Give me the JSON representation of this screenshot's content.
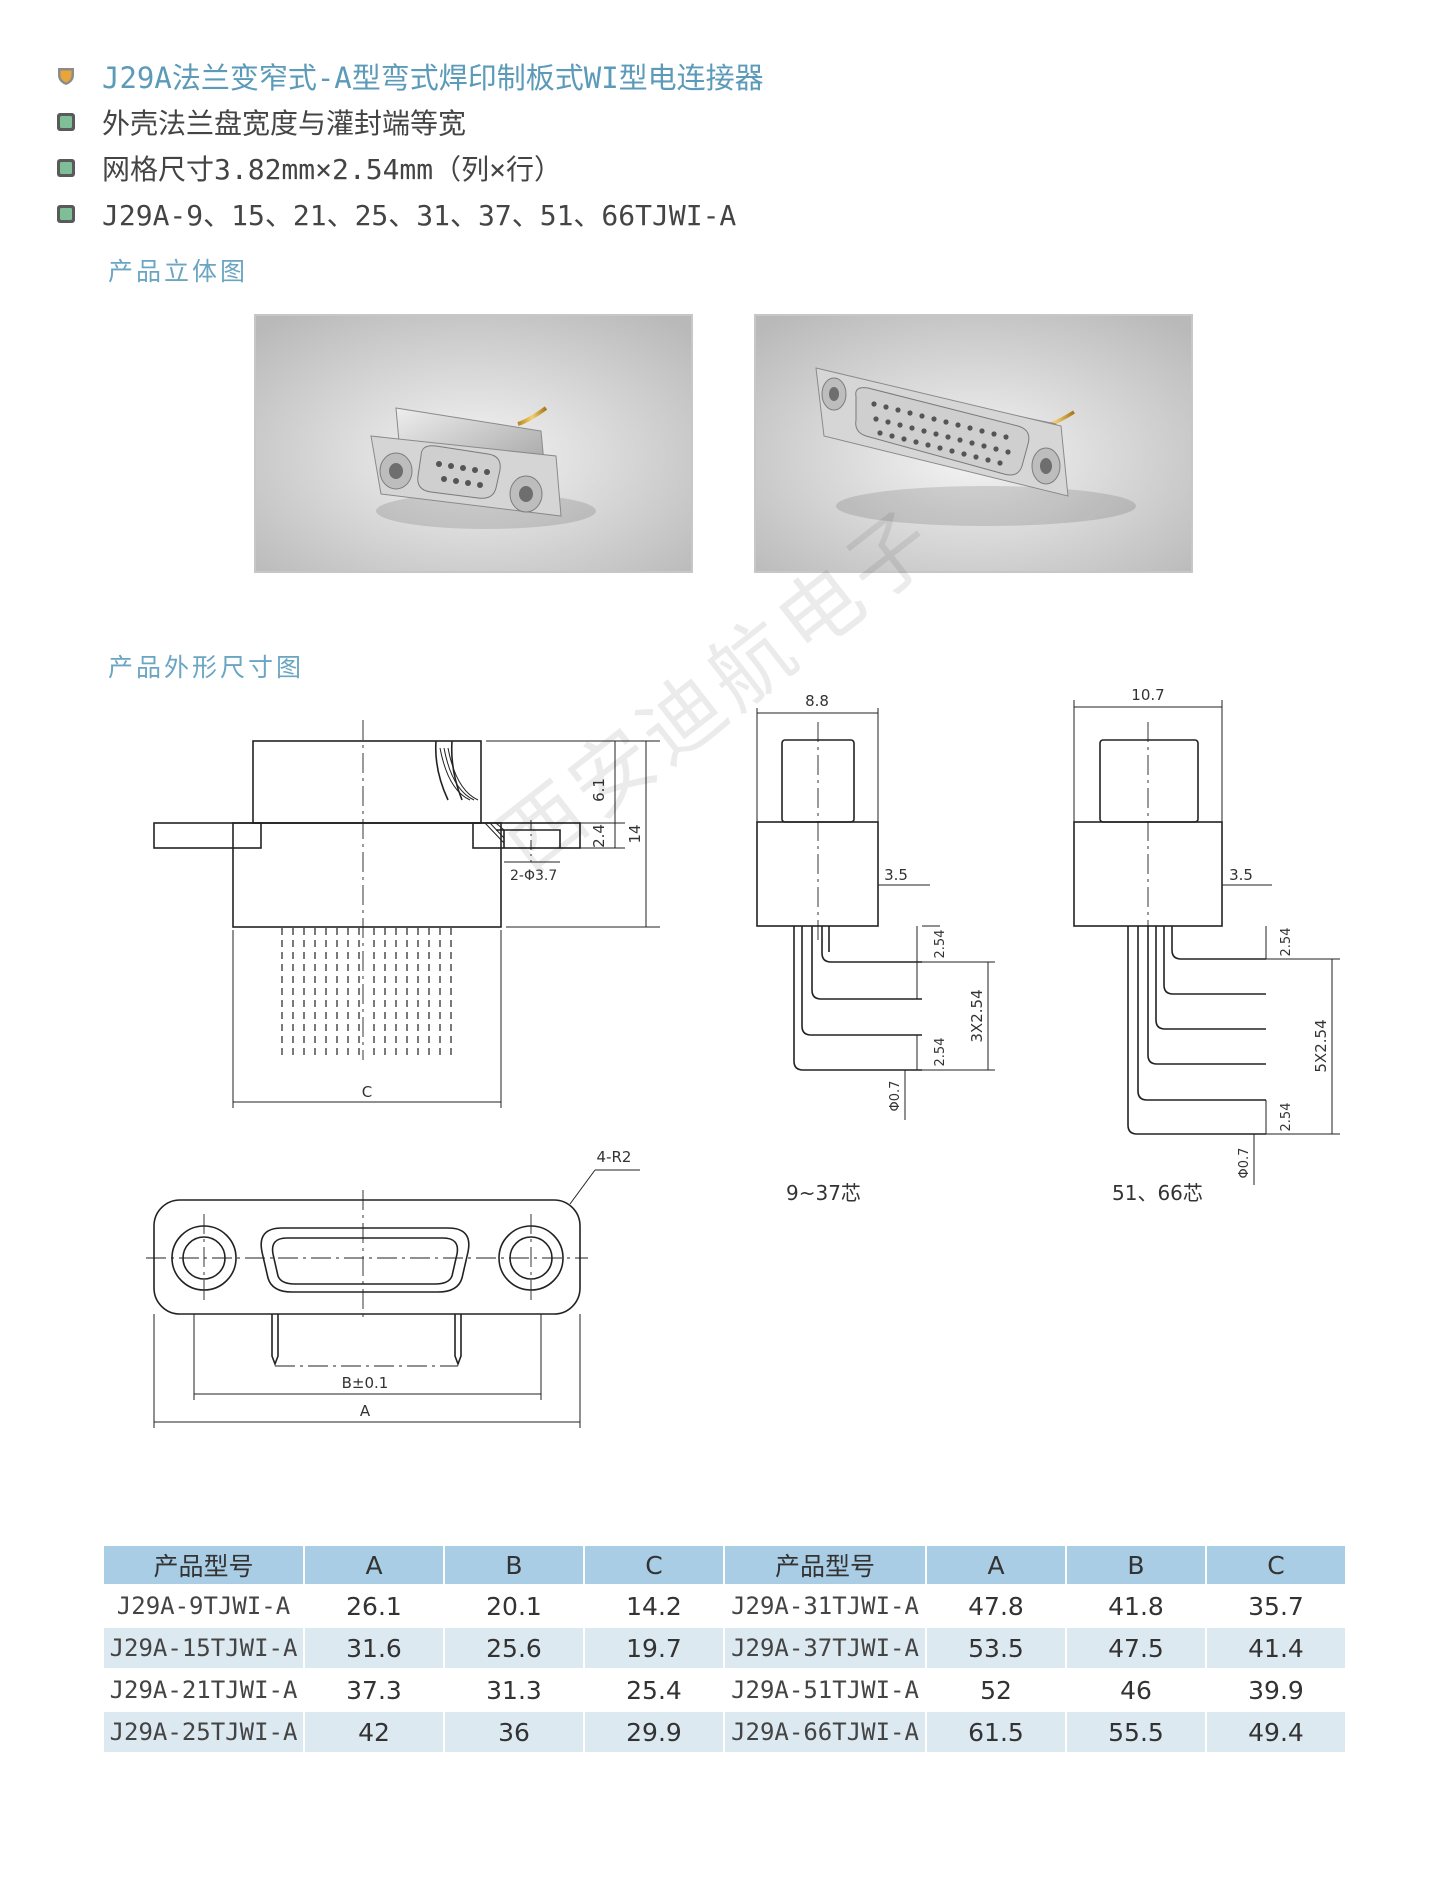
{
  "header": {
    "title": "J29A法兰变窄式-A型弯式焊印制板式WI型电连接器",
    "features": [
      "外壳法兰盘宽度与灌封端等宽",
      "网格尺寸3.82mm×2.54mm（列×行）",
      "J29A-9、15、21、25、31、37、51、66TJWI-A"
    ]
  },
  "sections": {
    "photos_title": "产品立体图",
    "dimensions_title": "产品外形尺寸图"
  },
  "drawing": {
    "front": {
      "dim_6_1": "6.1",
      "dim_2_4": "2.4",
      "dim_14": "14",
      "hole": "2-Φ3.7",
      "c_label": "C"
    },
    "side_small": {
      "width": "8.8",
      "offset": "3.5",
      "pitch_top": "2.54",
      "pitch_total": "3X2.54",
      "pitch_bottom": "2.54",
      "pin_dia": "Φ0.7",
      "caption": "9~37芯"
    },
    "side_large": {
      "width": "10.7",
      "offset": "3.5",
      "pitch_top": "2.54",
      "pitch_total": "5X2.54",
      "pitch_bottom": "2.54",
      "pin_dia": "Φ0.7",
      "caption": "51、66芯"
    },
    "bottom": {
      "radius": "4-R2",
      "b_label": "B±0.1",
      "a_label": "A"
    },
    "watermark": "西安迪航电子"
  },
  "table": {
    "headers": [
      "产品型号",
      "A",
      "B",
      "C",
      "产品型号",
      "A",
      "B",
      "C"
    ],
    "rows": [
      [
        "J29A-9TJWI-A",
        "26.1",
        "20.1",
        "14.2",
        "J29A-31TJWI-A",
        "47.8",
        "41.8",
        "35.7"
      ],
      [
        "J29A-15TJWI-A",
        "31.6",
        "25.6",
        "19.7",
        "J29A-37TJWI-A",
        "53.5",
        "47.5",
        "41.4"
      ],
      [
        "J29A-21TJWI-A",
        "37.3",
        "31.3",
        "25.4",
        "J29A-51TJWI-A",
        "52",
        "46",
        "39.9"
      ],
      [
        "J29A-25TJWI-A",
        "42",
        "36",
        "29.9",
        "J29A-66TJWI-A",
        "61.5",
        "55.5",
        "49.4"
      ]
    ]
  },
  "colors": {
    "title": "#5b9ab8",
    "table_header": "#a9cde4",
    "table_stripe": "#dde9f1",
    "bullet_green": "#6fa883"
  }
}
